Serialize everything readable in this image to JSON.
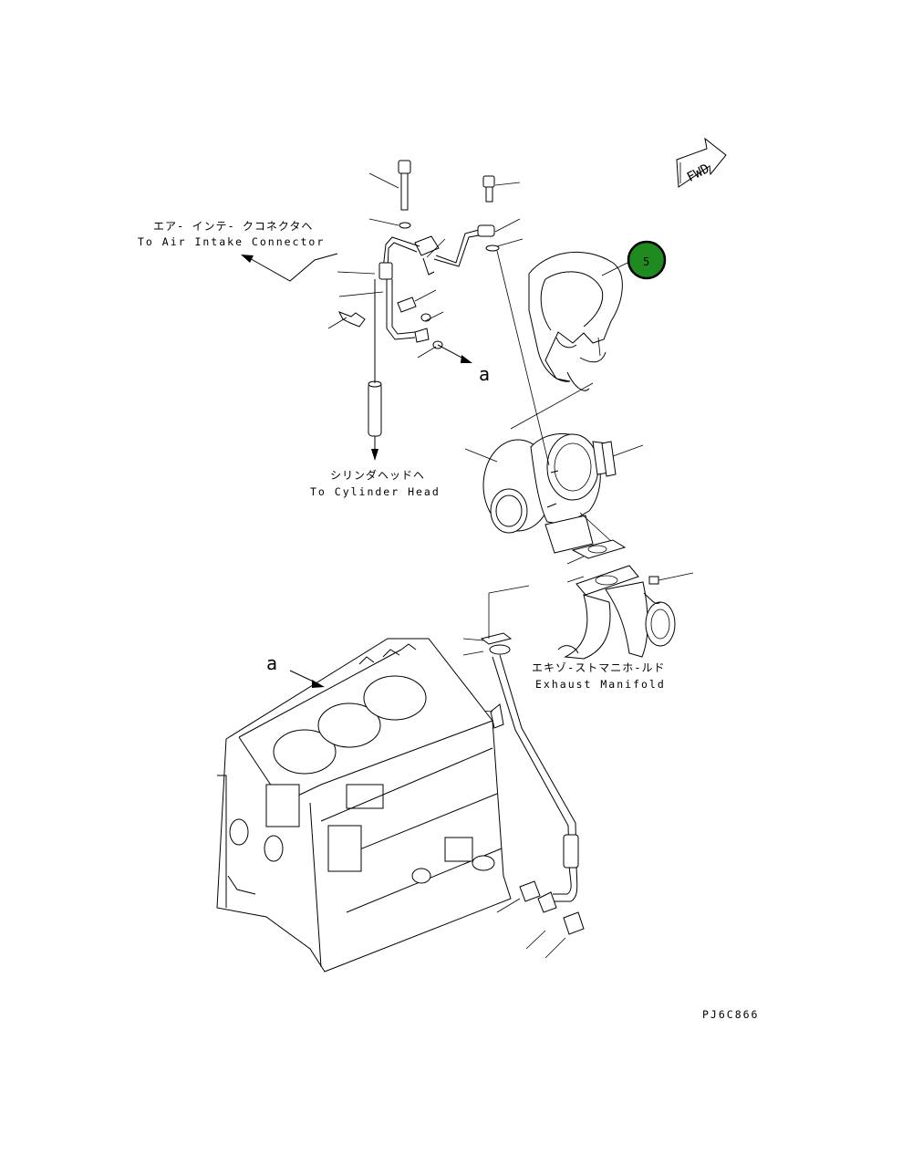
{
  "labels": {
    "air_intake_jp": "エア- インテ- クコネクタヘ",
    "air_intake_en": "To Air Intake Connector",
    "cylinder_head_jp": "シリンダヘッドヘ",
    "cylinder_head_en": "To Cylinder Head",
    "exhaust_manifold_jp": "エキゾ-ストマニホ-ルド",
    "exhaust_manifold_en": "Exhaust Manifold",
    "ref_a_top": "a",
    "ref_a_block": "a",
    "fwd": "FWD",
    "part_number": "5",
    "drawing_code": "PJ6C866"
  },
  "colors": {
    "callout_fill": "#1f8a1f",
    "line": "#000000"
  },
  "icons": {
    "direction_arrow": "fwd-arrow-icon"
  }
}
